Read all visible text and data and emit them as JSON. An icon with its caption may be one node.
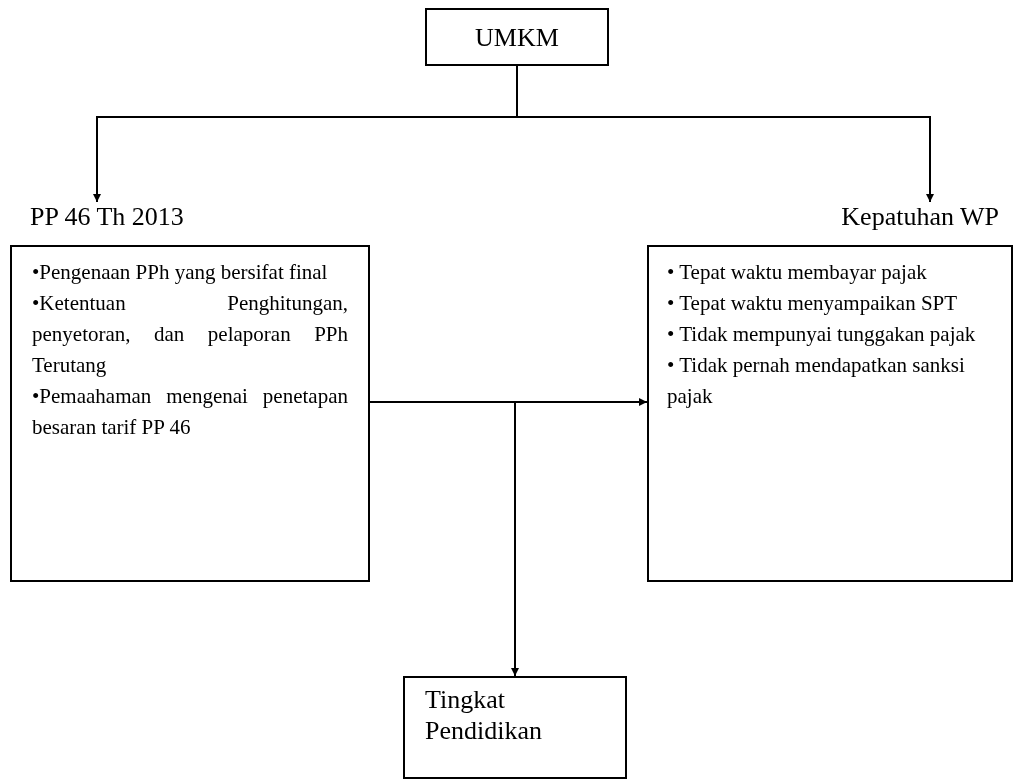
{
  "diagram": {
    "nodes": [
      {
        "text": [
          "UMKM"
        ]
      },
      {
        "text": [
          "PP 46 Th 2013",
          "•Pengenaan PPh yang bersifat final",
          "•Ketentuan Penghitungan, penyetoran, dan pelaporan PPh Terutang",
          "•Pemaahaman mengenai penetapan besaran tarif PP 46"
        ]
      },
      {
        "text": [
          "Kepatuhan WP",
          "• Tepat waktu membayar pajak",
          "• Tepat waktu menyampaikan SPT",
          "• Tidak mempunyai tunggakan pajak",
          "• Tidak pernah mendapatkan sanksi pajak"
        ]
      },
      {
        "text": [
          "Tingkat Pendidikan"
        ]
      }
    ],
    "edges": [
      {
        "from": 0,
        "to": 1,
        "arrow": "to"
      },
      {
        "from": 0,
        "to": 2,
        "arrow": "to"
      },
      {
        "from": 1,
        "to": 2,
        "arrow": "to"
      },
      {
        "from": 1,
        "to": 3,
        "arrow": "to"
      }
    ]
  }
}
